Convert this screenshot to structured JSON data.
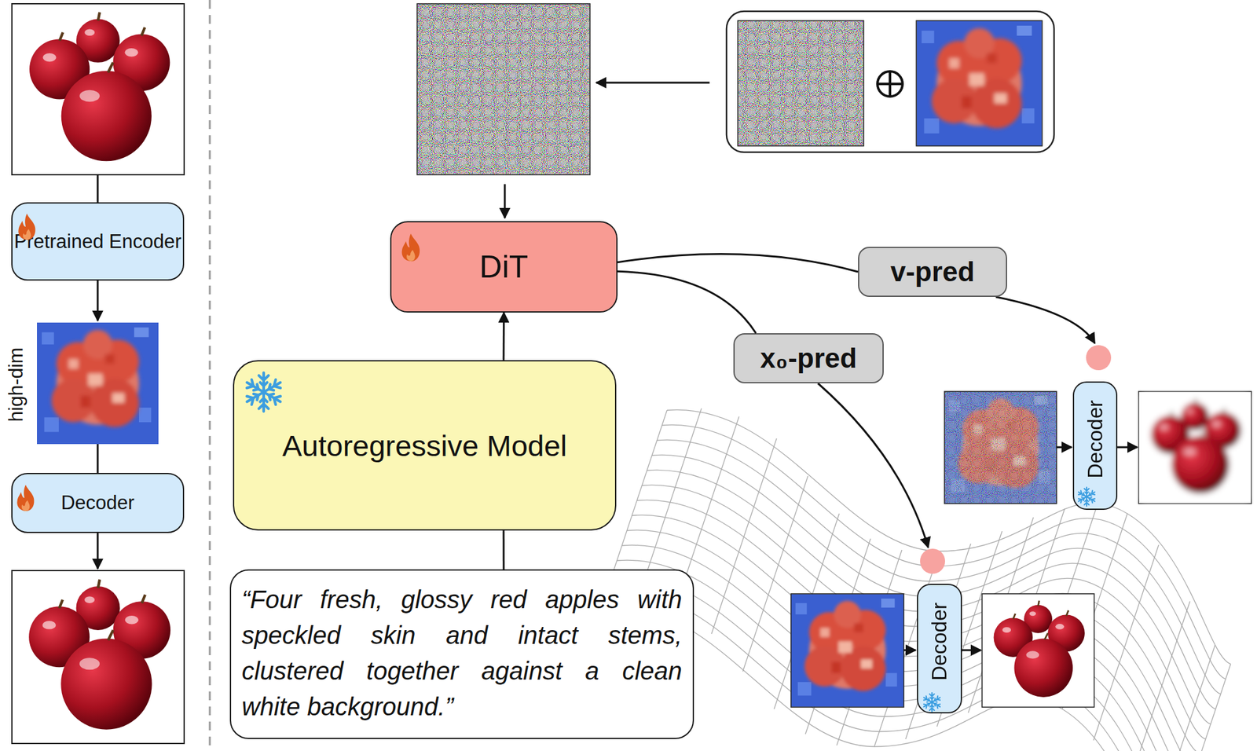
{
  "diagram": {
    "nodes": [
      {
        "text": [
          "Pretrained Encoder"
        ]
      },
      {
        "text": [
          "Decoder"
        ]
      },
      {
        "text": [
          "DiT"
        ]
      },
      {
        "text": [
          "Autoregressive Model"
        ]
      },
      {
        "text": [
          "“Four fresh, glossy red apples with speckled skin and intact stems, clustered together against a clean white background.”"
        ]
      },
      {
        "text": [
          "v-pred"
        ]
      },
      {
        "text": [
          "x₀-pred"
        ]
      },
      {
        "text": [
          "Decoder"
        ]
      },
      {
        "text": [
          "Decoder"
        ]
      }
    ],
    "edges": [
      {
        "from": 4,
        "to": 3,
        "arrow": "none"
      },
      {
        "from": 3,
        "to": 2,
        "arrow": "to"
      },
      {
        "from": 2,
        "to": 5,
        "arrow": "none"
      },
      {
        "from": 2,
        "to": 6,
        "arrow": "none"
      }
    ],
    "labels": [
      "high-dim"
    ]
  }
}
